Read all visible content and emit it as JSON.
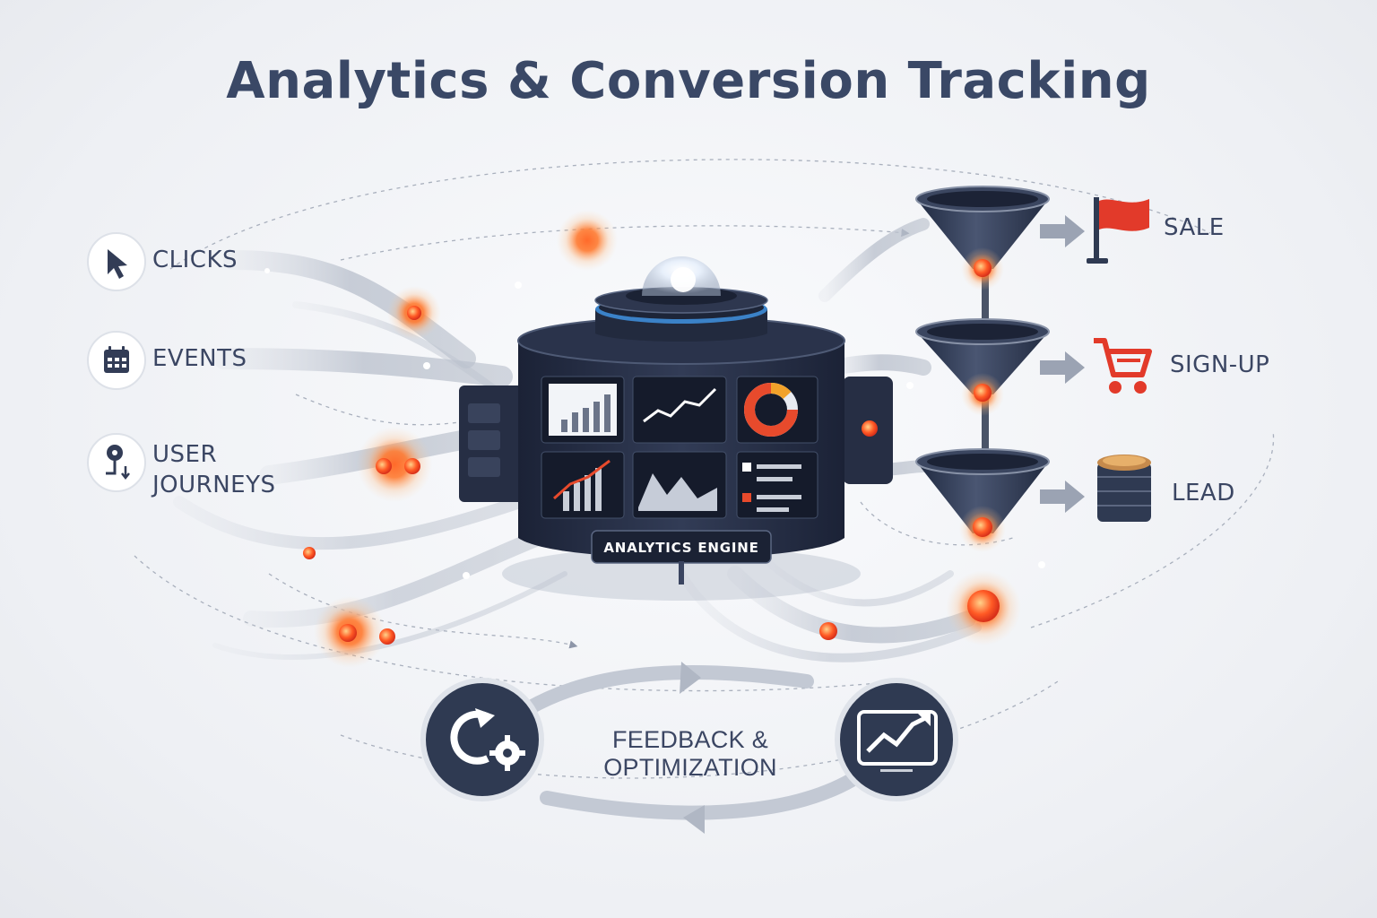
{
  "title": "Analytics & Conversion Tracking",
  "sources": [
    {
      "label": "CLICKS",
      "icon": "cursor-icon"
    },
    {
      "label": "EVENTS",
      "icon": "calendar-icon"
    },
    {
      "label_line1": "USER",
      "label_line2": "JOURNEYS",
      "icon": "user-journey-icon"
    }
  ],
  "engine": {
    "label": "ANALYTICS ENGINE"
  },
  "outcomes": [
    {
      "label": "SALE",
      "icon": "flag-icon"
    },
    {
      "label": "SIGN-UP",
      "icon": "shopping-cart-icon"
    },
    {
      "label": "LEAD",
      "icon": "database-coins-icon"
    }
  ],
  "loop": {
    "label": "FEEDBACK & OPTIMIZATION",
    "left_icon": "refresh-gear-icon",
    "right_icon": "trend-chart-icon"
  },
  "colors": {
    "navy": "#2f3a52",
    "accent": "#ef4b2a",
    "text": "#3b4663",
    "flow": "#c9ced8"
  }
}
